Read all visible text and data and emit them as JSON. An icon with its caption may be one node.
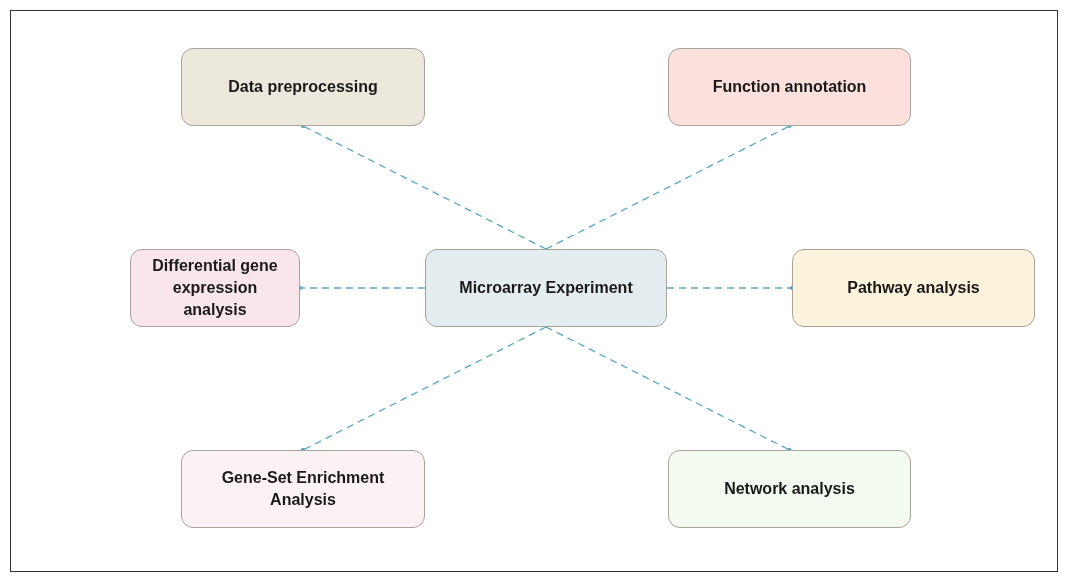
{
  "diagram": {
    "nodes": [
      {
        "text": [
          "Data preprocessing"
        ]
      },
      {
        "text": [
          "Function annotation"
        ]
      },
      {
        "text": [
          "Differential gene expression analysis"
        ]
      },
      {
        "text": [
          "Microarray Experiment"
        ]
      },
      {
        "text": [
          "Pathway analysis"
        ]
      },
      {
        "text": [
          "Gene-Set Enrichment Analysis"
        ]
      },
      {
        "text": [
          "Network analysis"
        ]
      }
    ],
    "edges": [
      {
        "from": 3,
        "to": 0,
        "arrow": "other",
        "style": "dashed"
      },
      {
        "from": 3,
        "to": 1,
        "arrow": "other",
        "style": "dashed"
      },
      {
        "from": 3,
        "to": 2,
        "arrow": "other",
        "style": "dashed"
      },
      {
        "from": 3,
        "to": 4,
        "arrow": "other",
        "style": "dashed"
      },
      {
        "from": 3,
        "to": 5,
        "arrow": "other",
        "style": "dashed"
      },
      {
        "from": 3,
        "to": 6,
        "arrow": "other",
        "style": "dashed"
      }
    ]
  }
}
